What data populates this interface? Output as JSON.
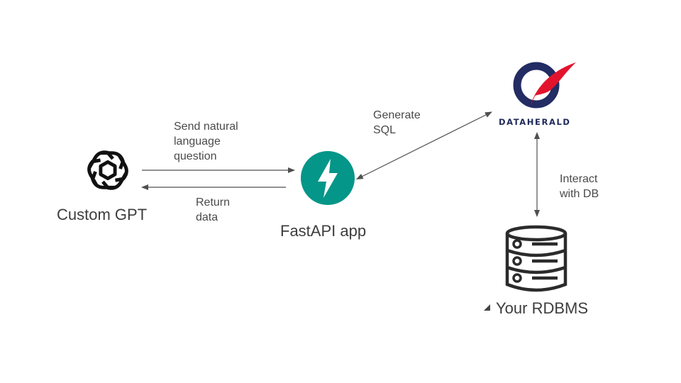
{
  "nodes": {
    "custom_gpt": {
      "label": "Custom GPT",
      "icon": "openai-logo-icon"
    },
    "fastapi": {
      "label": "FastAPI app",
      "icon": "fastapi-logo-icon",
      "color": "#049688"
    },
    "dataherald": {
      "wordmark": "DATAHERALD",
      "icon": "dataherald-logo-icon",
      "colors": {
        "navy": "#232c63",
        "red": "#e2142d"
      }
    },
    "rdbms": {
      "label": "Your RDBMS",
      "icon": "database-icon"
    }
  },
  "edges": {
    "send_question": "Send natural\nlanguage\nquestion",
    "return_data": "Return\ndata",
    "generate_sql": "Generate\nSQL",
    "interact_db": "Interact\nwith DB"
  },
  "colors": {
    "text": "#3d3d3d",
    "arrow": "#4f4f4f"
  }
}
